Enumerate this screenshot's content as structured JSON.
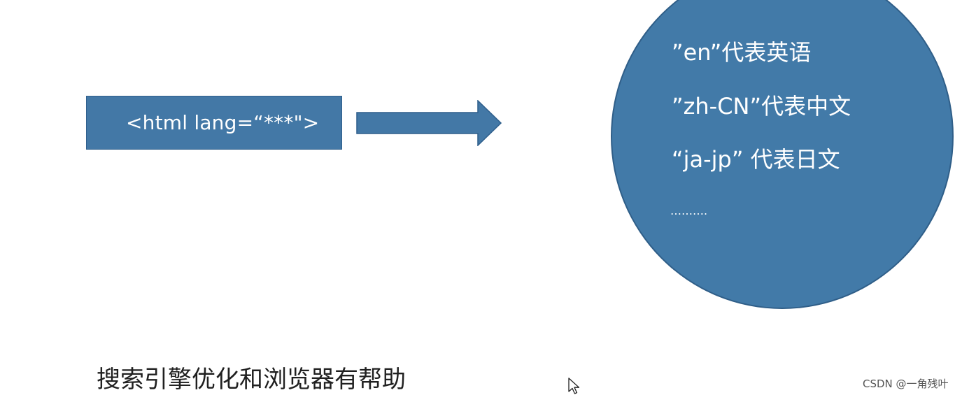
{
  "html_box": {
    "label": "<html lang=“***\">"
  },
  "circle": {
    "lines": [
      "”en”代表英语",
      "”zh-CN”代表中文",
      "“ja-jp”  代表日文"
    ],
    "ellipsis": "………."
  },
  "caption": "搜索引擎优化和浏览器有帮助",
  "watermark": "CSDN @一角残叶",
  "colors": {
    "shape_fill": "#4378a6",
    "shape_border": "#2f5f8c",
    "text_on_shape": "#ffffff",
    "caption_text": "#202020",
    "background": "#ffffff"
  },
  "icons": {
    "arrow": "right-arrow-icon",
    "cursor": "mouse-cursor-icon"
  }
}
